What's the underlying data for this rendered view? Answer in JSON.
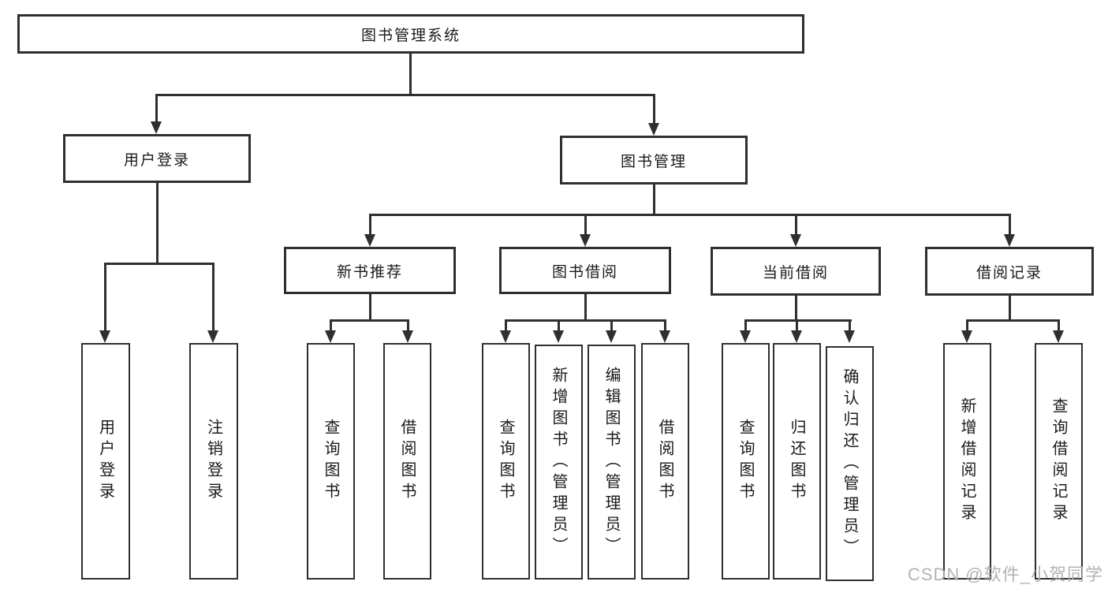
{
  "diagram": {
    "type": "hierarchy-tree",
    "title": "图书管理系统"
  },
  "colors": {
    "line": "#2f2f2f",
    "text": "#1a1a1a",
    "watermark": "#b3b3b3",
    "background": "#ffffff"
  },
  "tree": {
    "label": "图书管理系统",
    "children": [
      {
        "label": "用户登录",
        "children": [
          {
            "label": "用户登录"
          },
          {
            "label": "注销登录"
          }
        ]
      },
      {
        "label": "图书管理",
        "children": [
          {
            "label": "新书推荐",
            "children": [
              {
                "label": "查询图书"
              },
              {
                "label": "借阅图书"
              }
            ]
          },
          {
            "label": "图书借阅",
            "children": [
              {
                "label": "查询图书"
              },
              {
                "label": "新增图书（管理员）"
              },
              {
                "label": "编辑图书（管理员）"
              },
              {
                "label": "借阅图书"
              }
            ]
          },
          {
            "label": "当前借阅",
            "children": [
              {
                "label": "查询图书"
              },
              {
                "label": "归还图书"
              },
              {
                "label": "确认归还（管理员）"
              }
            ]
          },
          {
            "label": "借阅记录",
            "children": [
              {
                "label": "新增借阅记录"
              },
              {
                "label": "查询借阅记录"
              }
            ]
          }
        ]
      }
    ]
  },
  "watermark": {
    "text": "CSDN @软件_小贺同学"
  }
}
